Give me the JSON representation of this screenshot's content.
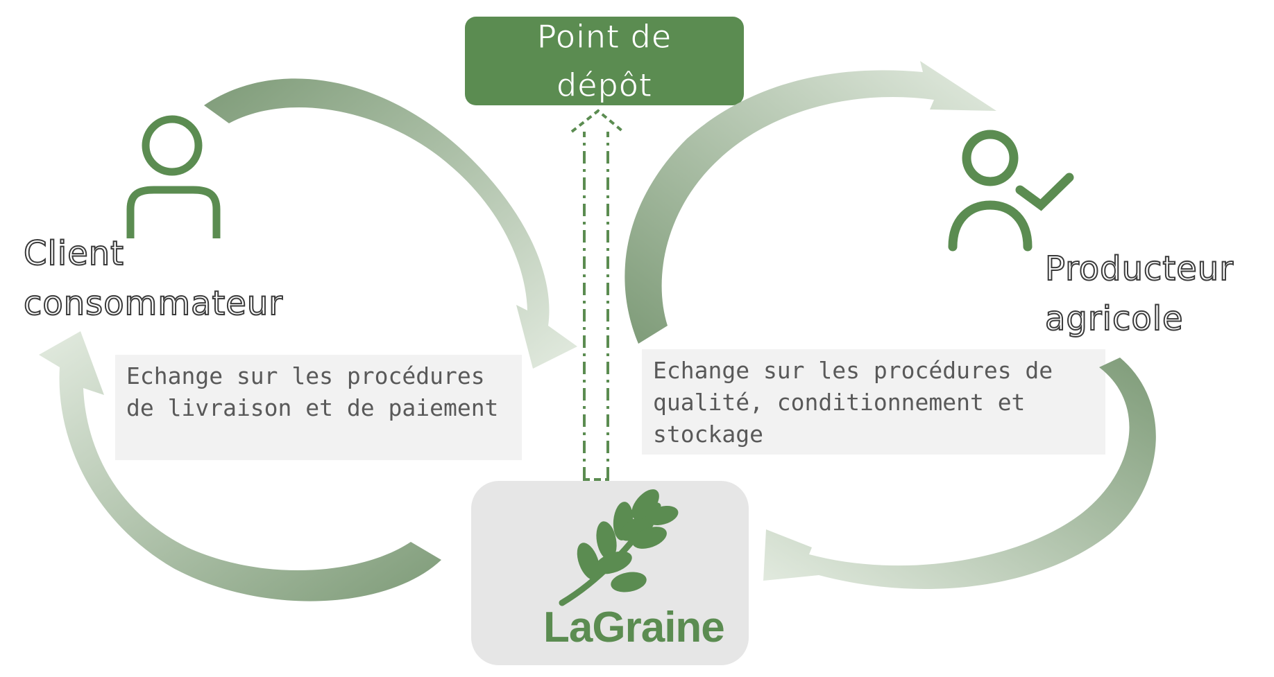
{
  "depot": {
    "label": "Point de dépôt"
  },
  "client": {
    "label": "Client consommateur",
    "icon": "person-icon"
  },
  "producer": {
    "label": "Producteur agricole",
    "icon": "person-check-icon"
  },
  "notes": {
    "client": "Echange sur les procédures de livraison et de paiement",
    "producer": "Echange sur les procédures de qualité, conditionnement et stockage"
  },
  "brand": {
    "name": "LaGraine",
    "icon": "wheat-leaf-icon"
  },
  "colors": {
    "brand_green": "#5b8c51",
    "arrow_dark": "#7e9b78",
    "arrow_light": "#e3ebe0",
    "note_bg": "#f2f2f2",
    "note_text": "#595959",
    "label_outline": "#3a3a3a"
  }
}
